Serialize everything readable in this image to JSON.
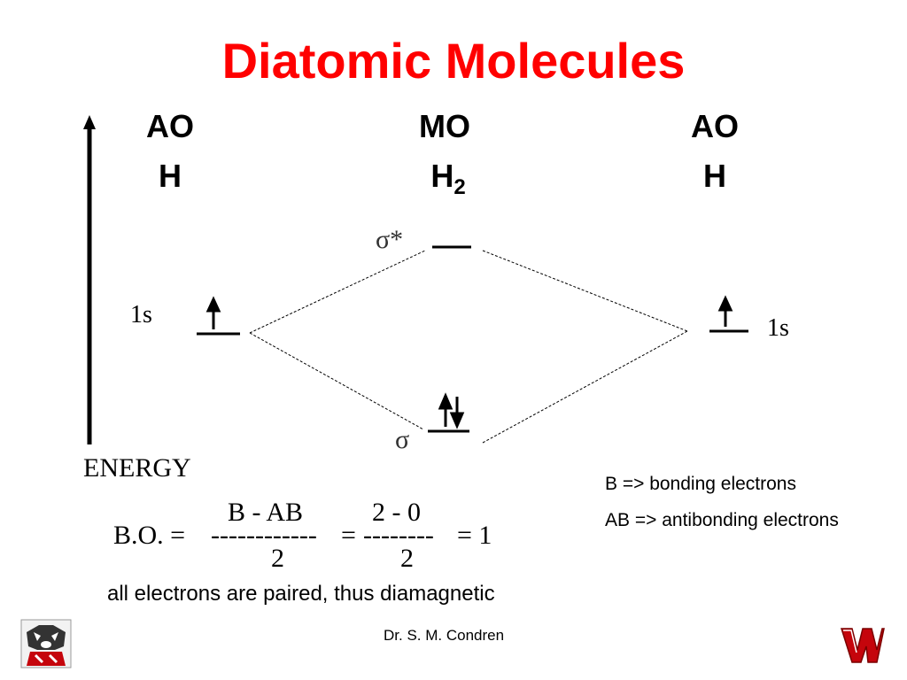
{
  "title": "Diatomic Molecules",
  "headers": {
    "left": {
      "type": "AO",
      "species": "H"
    },
    "center": {
      "type": "MO",
      "species": "H",
      "subscript": "2"
    },
    "right": {
      "type": "AO",
      "species": "H"
    }
  },
  "orbitals": {
    "left_label": "1s",
    "right_label": "1s",
    "antibonding_label": "σ*",
    "bonding_label": "σ"
  },
  "axis_label": "ENERGY",
  "bond_order": {
    "lhs": "B.O. =",
    "num1": "B - AB",
    "dash1": "------------",
    "eq1": "=",
    "num2": "2 - 0",
    "dash2": "--------",
    "eq2": "= 1",
    "den1": "2",
    "den2": "2"
  },
  "legend": {
    "b": "B => bonding electrons",
    "ab": "AB => antibonding electrons"
  },
  "conclusion": "all electrons are paired, thus diamagnetic",
  "footer": "Dr. S. M. Condren",
  "icons": [
    "badger-logo-icon",
    "wisconsin-w-logo-icon"
  ],
  "colors": {
    "title": "#ff0000",
    "logo": "#c5050c"
  }
}
